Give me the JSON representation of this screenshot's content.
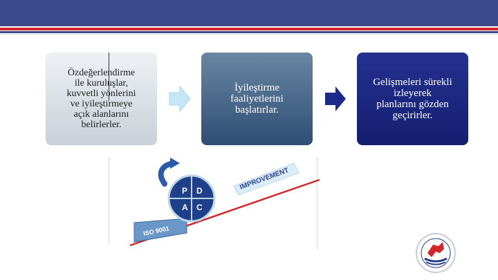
{
  "slide": {
    "card1_text": "Özdeğerlendirme\nile        kuruluşlar,\nkuvvetli  yönlerini\nve  iyileştirmeye\naçık  alanlarını\nbelirlerler.",
    "card2_text": "İyileştirme\nfaaliyetlerini\nbaşlatırlar.",
    "card3_text": "Gelişmeleri sürekli\nizleyerek\nplanlarını  gözden\ngeçirirler."
  },
  "diagram": {
    "improvement_label": "IMPROVEMENT",
    "iso_label": "ISO 9001",
    "pdca": [
      "P",
      "D",
      "A",
      "C"
    ]
  },
  "colors": {
    "header_blue": "#3a4a8a",
    "accent_red": "#d3262b",
    "card3_navy": "#1a2580",
    "arrow_light": "#c6e6f5",
    "arrow_dark": "#1d2a8c"
  }
}
